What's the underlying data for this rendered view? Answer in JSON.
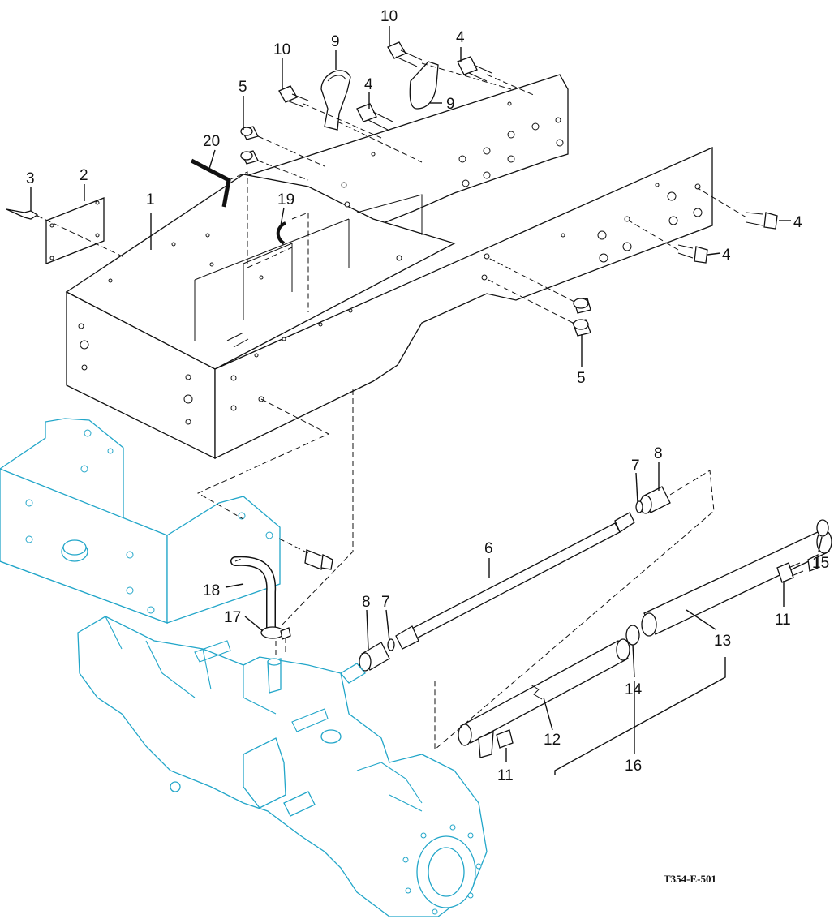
{
  "drawing_code": "T354-E-501",
  "colors": {
    "line": "#111111",
    "reference_parts": "#22a6c9",
    "background": "#ffffff"
  },
  "callouts": {
    "c1": "1",
    "c2": "2",
    "c3": "3",
    "c4a": "4",
    "c4b": "4",
    "c4c": "4",
    "c4d": "4",
    "c5a": "5",
    "c5b": "5",
    "c6": "6",
    "c7a": "7",
    "c7b": "7",
    "c8a": "8",
    "c8b": "8",
    "c9a": "9",
    "c9b": "9",
    "c10a": "10",
    "c10b": "10",
    "c11a": "11",
    "c11b": "11",
    "c12": "12",
    "c13": "13",
    "c14": "14",
    "c15": "15",
    "c16": "16",
    "c17": "17",
    "c18": "18",
    "c19": "19",
    "c20": "20"
  }
}
